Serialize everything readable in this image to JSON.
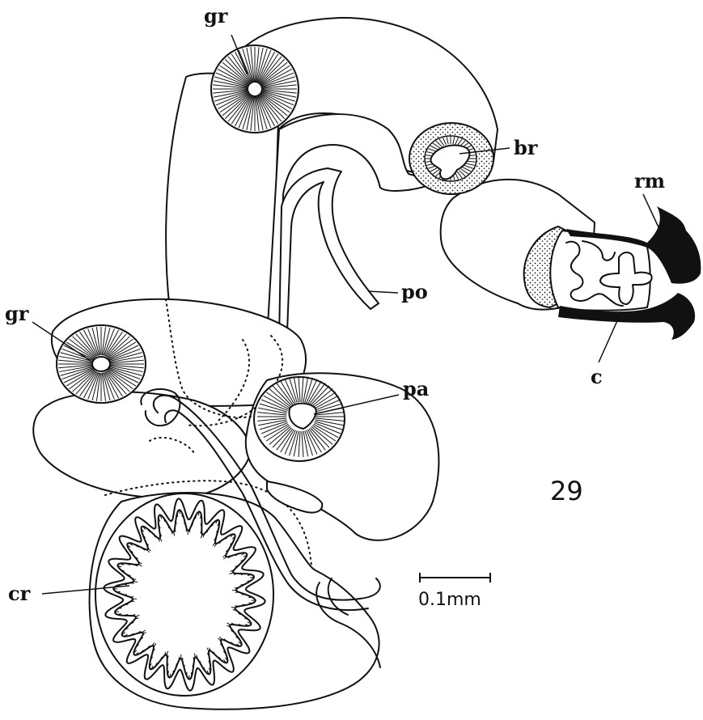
{
  "figure": {
    "number": "29",
    "scale_bar_label": "0.1mm",
    "labels": {
      "gr_top": "gr",
      "gr_left": "gr",
      "br": "br",
      "rm": "rm",
      "po": "po",
      "pa": "pa",
      "c": "c",
      "cr": "cr"
    }
  }
}
